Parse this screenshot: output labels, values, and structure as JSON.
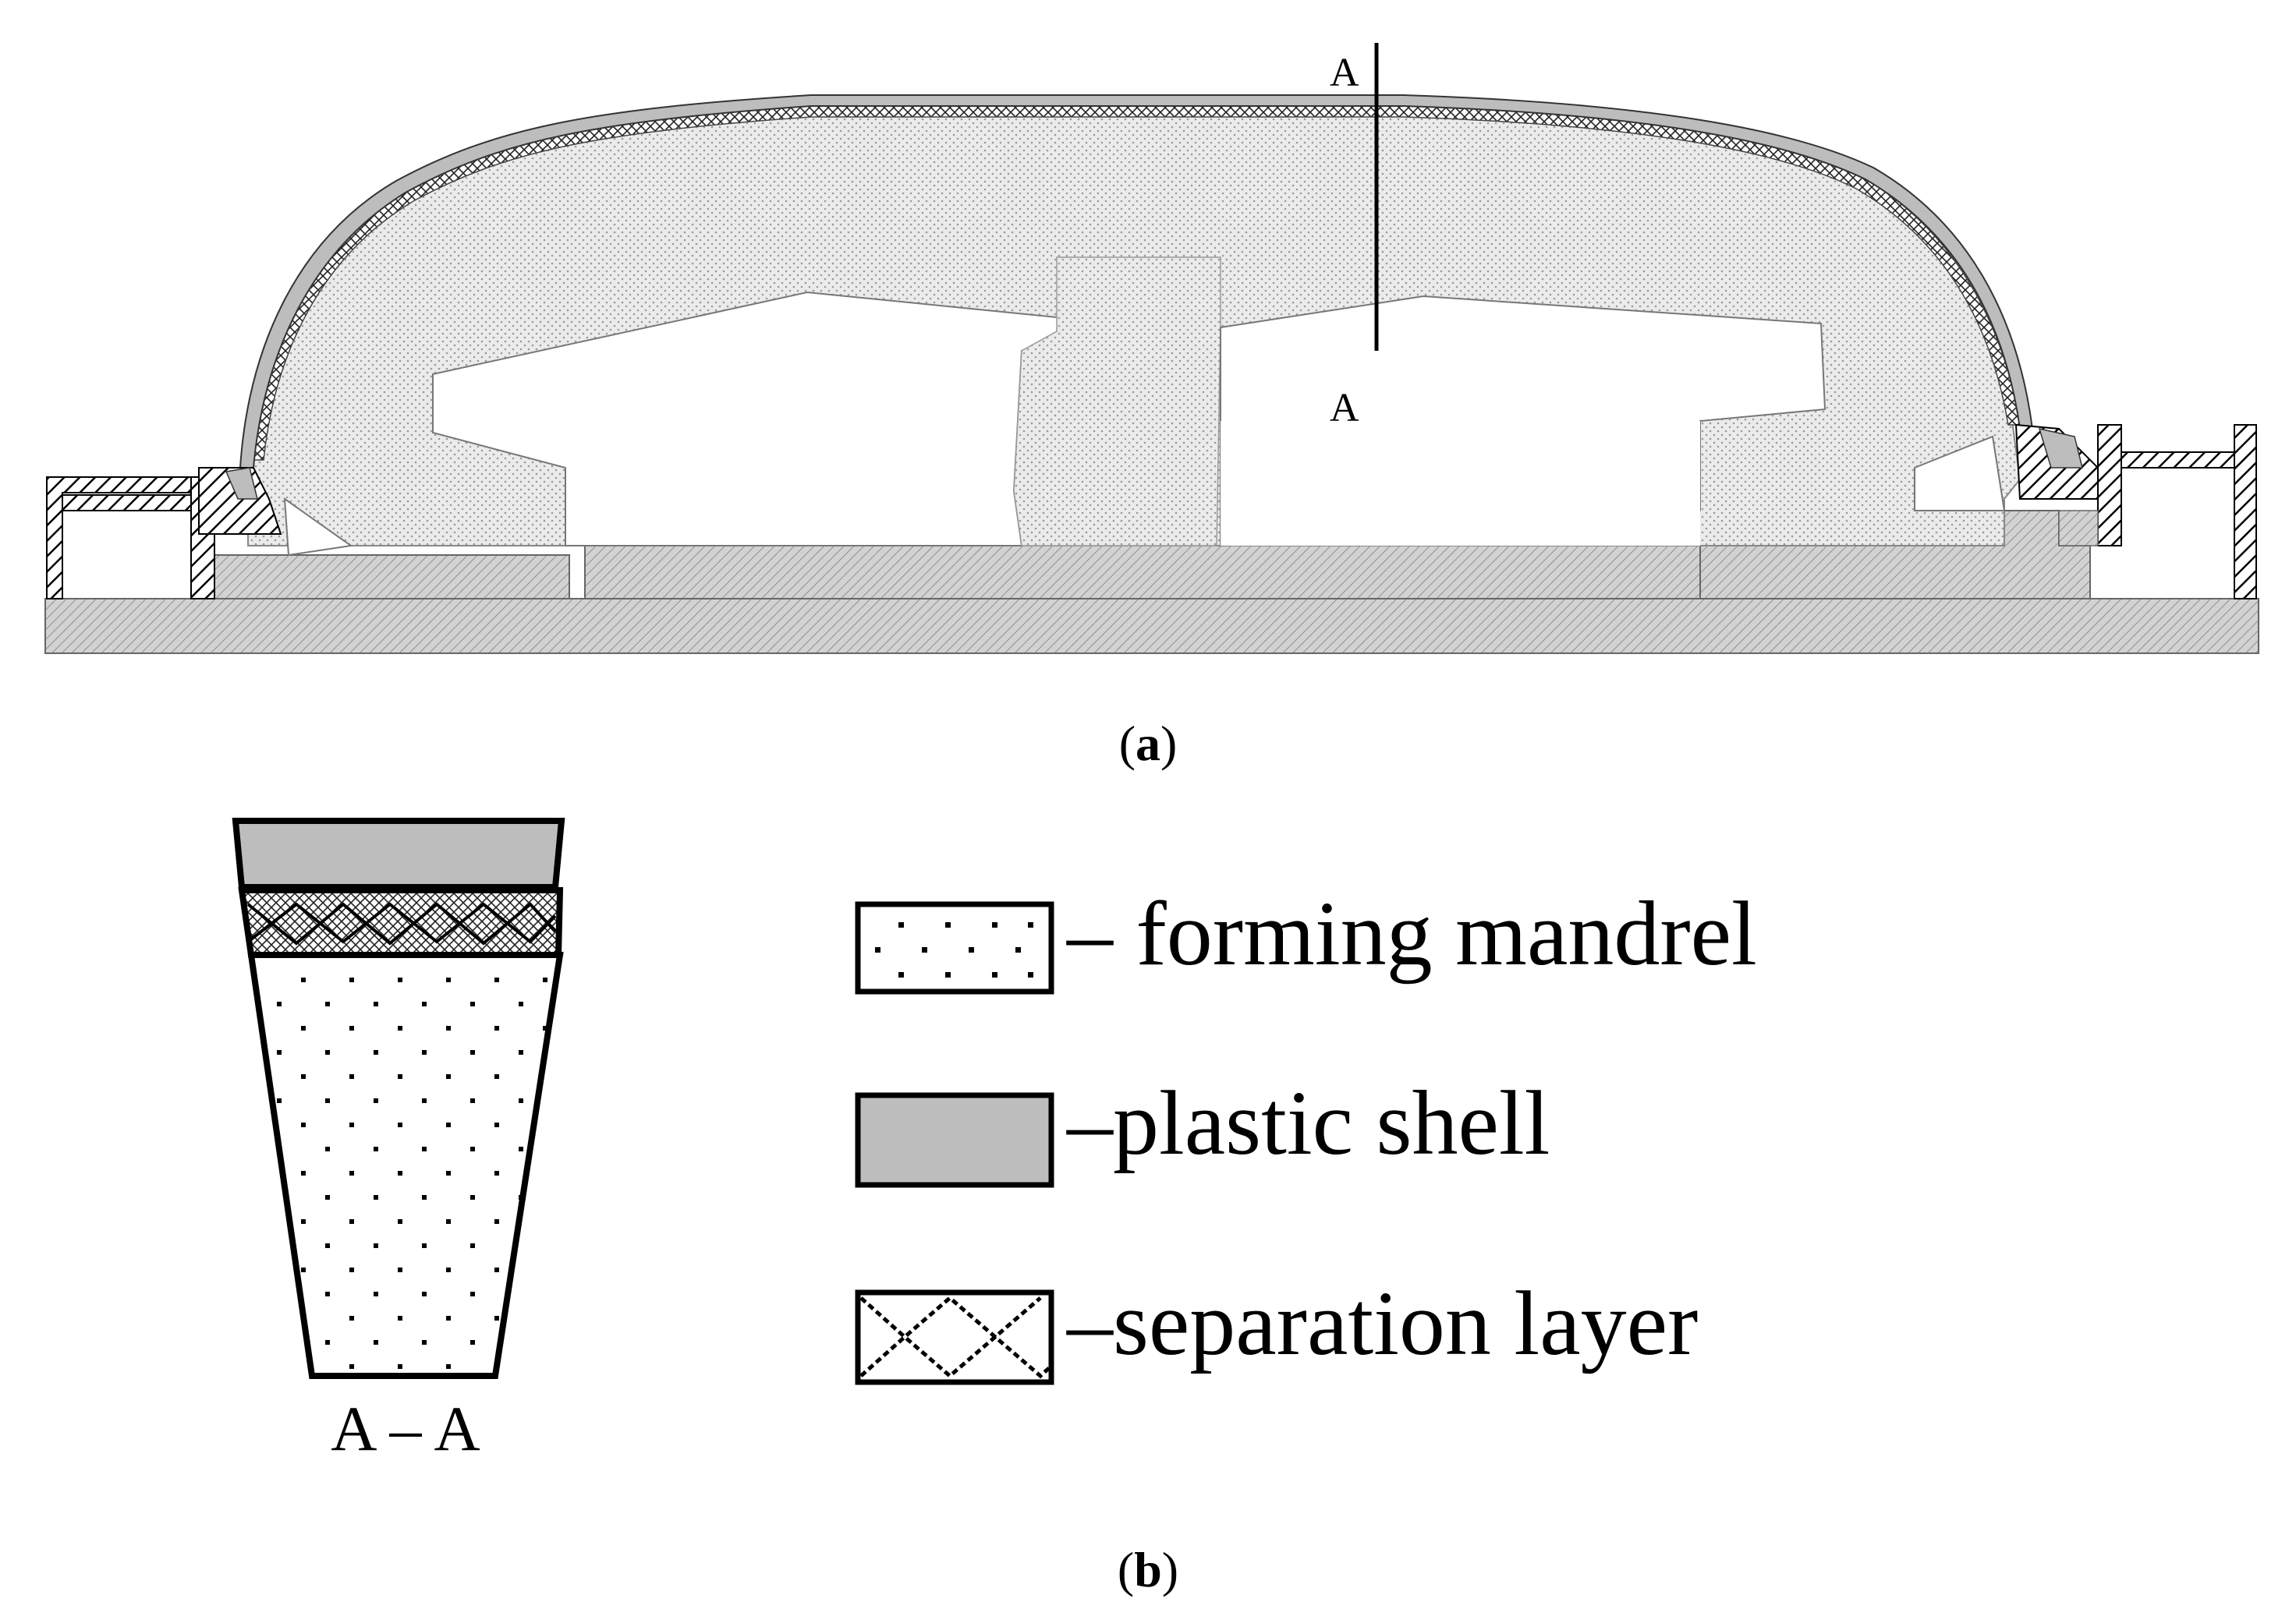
{
  "figure_a": {
    "section_label_top": "A",
    "section_label_bottom": "A",
    "caption_open": "(",
    "caption_letter": "a",
    "caption_close": ")"
  },
  "figure_b": {
    "section_title": "A – A",
    "legend": [
      {
        "pattern": "dots",
        "text": "– forming mandrel"
      },
      {
        "pattern": "gray",
        "text": "–plastic shell"
      },
      {
        "pattern": "cross",
        "text": "–separation layer"
      }
    ],
    "caption_open": "(",
    "caption_letter": "b",
    "caption_close": ")"
  },
  "colors": {
    "mandrel_fill": "#e6e6e6",
    "plastic_shell": "#bdbdbd",
    "base_hatch": "#c8c8c8",
    "outline": "#000000"
  }
}
